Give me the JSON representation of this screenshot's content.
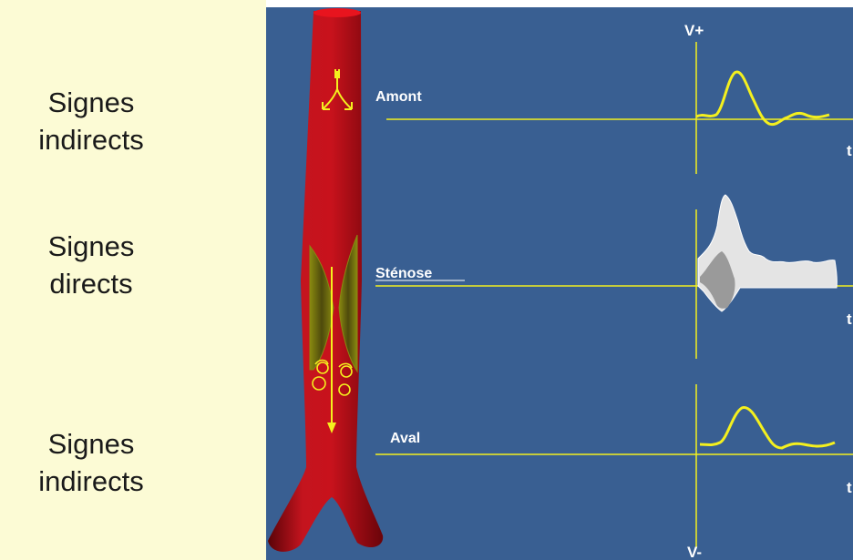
{
  "left_labels": [
    {
      "line1": "Signes",
      "line2": "indirects"
    },
    {
      "line1": "Signes",
      "line2": "directs"
    },
    {
      "line1": "Signes",
      "line2": "indirects"
    }
  ],
  "rows": [
    {
      "label": "Amont"
    },
    {
      "label": "Sténose"
    },
    {
      "label": "Aval"
    }
  ],
  "axis": {
    "top": "V+",
    "bottom": "V-",
    "time": "t"
  },
  "colors": {
    "left_background": "#fcfbd5",
    "panel_background": "#395f92",
    "trace": "#f4f01e",
    "vessel": "#b3101a",
    "spectrum_light": "#e4e4e4",
    "spectrum_dark": "#9a9a9a"
  }
}
